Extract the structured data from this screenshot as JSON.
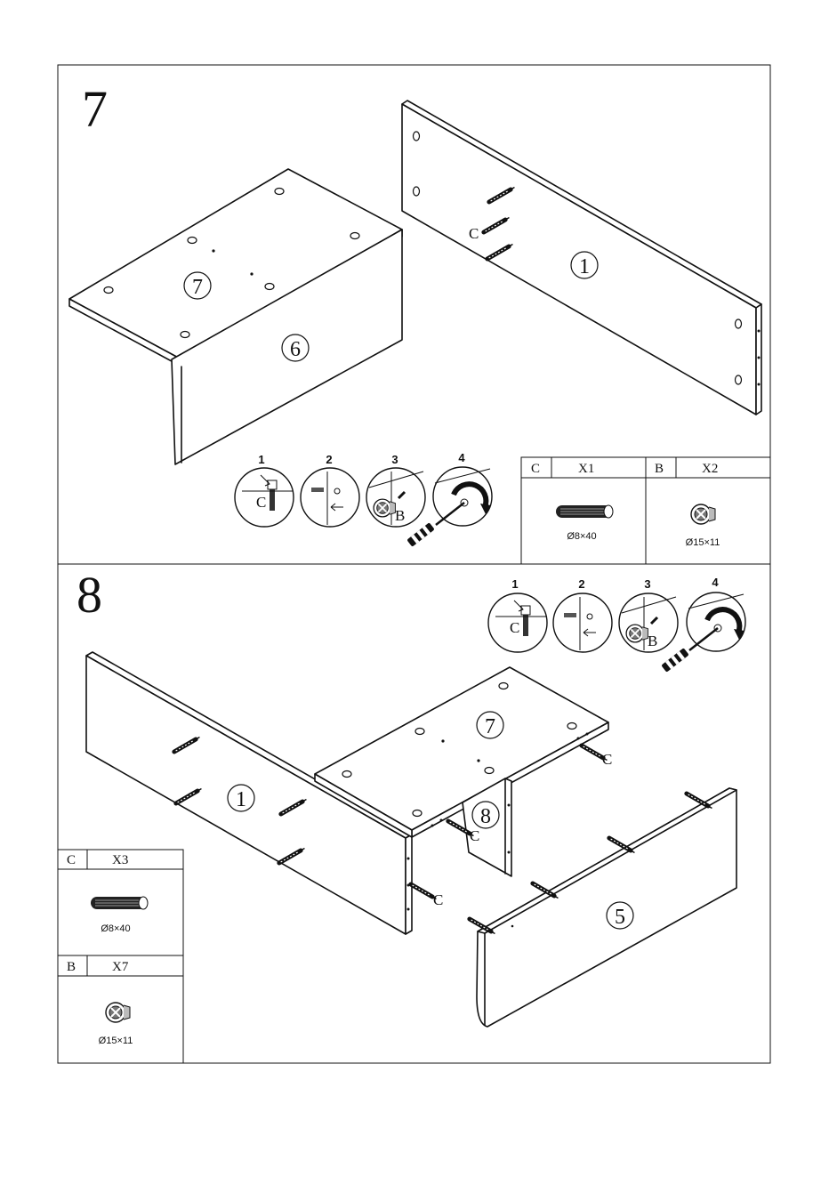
{
  "steps": [
    {
      "number": "7",
      "parts": {
        "top": "7",
        "side": "6",
        "back": "1"
      },
      "fastener_label": "C",
      "detail_steps": [
        "1",
        "2",
        "3",
        "4"
      ],
      "detail_labels": {
        "dowel": "C",
        "cam": "B"
      },
      "hardware": [
        {
          "code": "C",
          "qty": "X1",
          "size": "Ø8×40",
          "icon": "wooden-dowel"
        },
        {
          "code": "B",
          "qty": "X2",
          "size": "Ø15×11",
          "icon": "cam-lock"
        }
      ]
    },
    {
      "number": "8",
      "parts": {
        "back": "1",
        "top": "7",
        "divider": "8",
        "front": "5"
      },
      "fastener_labels": [
        "C",
        "C",
        "C"
      ],
      "detail_steps": [
        "1",
        "2",
        "3",
        "4"
      ],
      "detail_labels": {
        "dowel": "C",
        "cam": "B"
      },
      "hardware": [
        {
          "code": "C",
          "qty": "X3",
          "size": "Ø8×40",
          "icon": "wooden-dowel"
        },
        {
          "code": "B",
          "qty": "X7",
          "size": "Ø15×11",
          "icon": "cam-lock"
        }
      ]
    }
  ]
}
